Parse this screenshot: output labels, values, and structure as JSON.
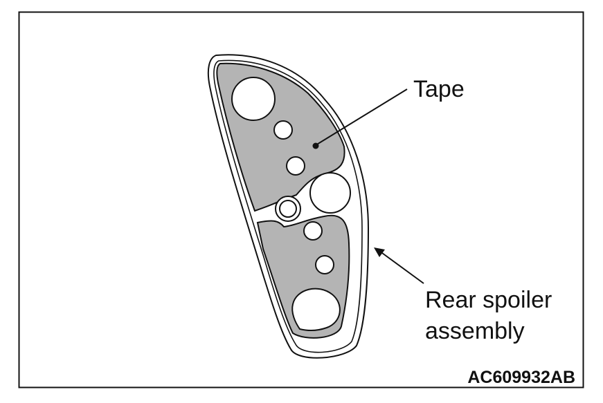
{
  "labels": {
    "tape": "Tape",
    "rear_spoiler_line1": "Rear spoiler",
    "rear_spoiler_line2": "assembly"
  },
  "figure_code": "AC609932AB",
  "colors": {
    "tape_fill": "#b4b4b4",
    "line": "#111111",
    "background": "#ffffff"
  }
}
